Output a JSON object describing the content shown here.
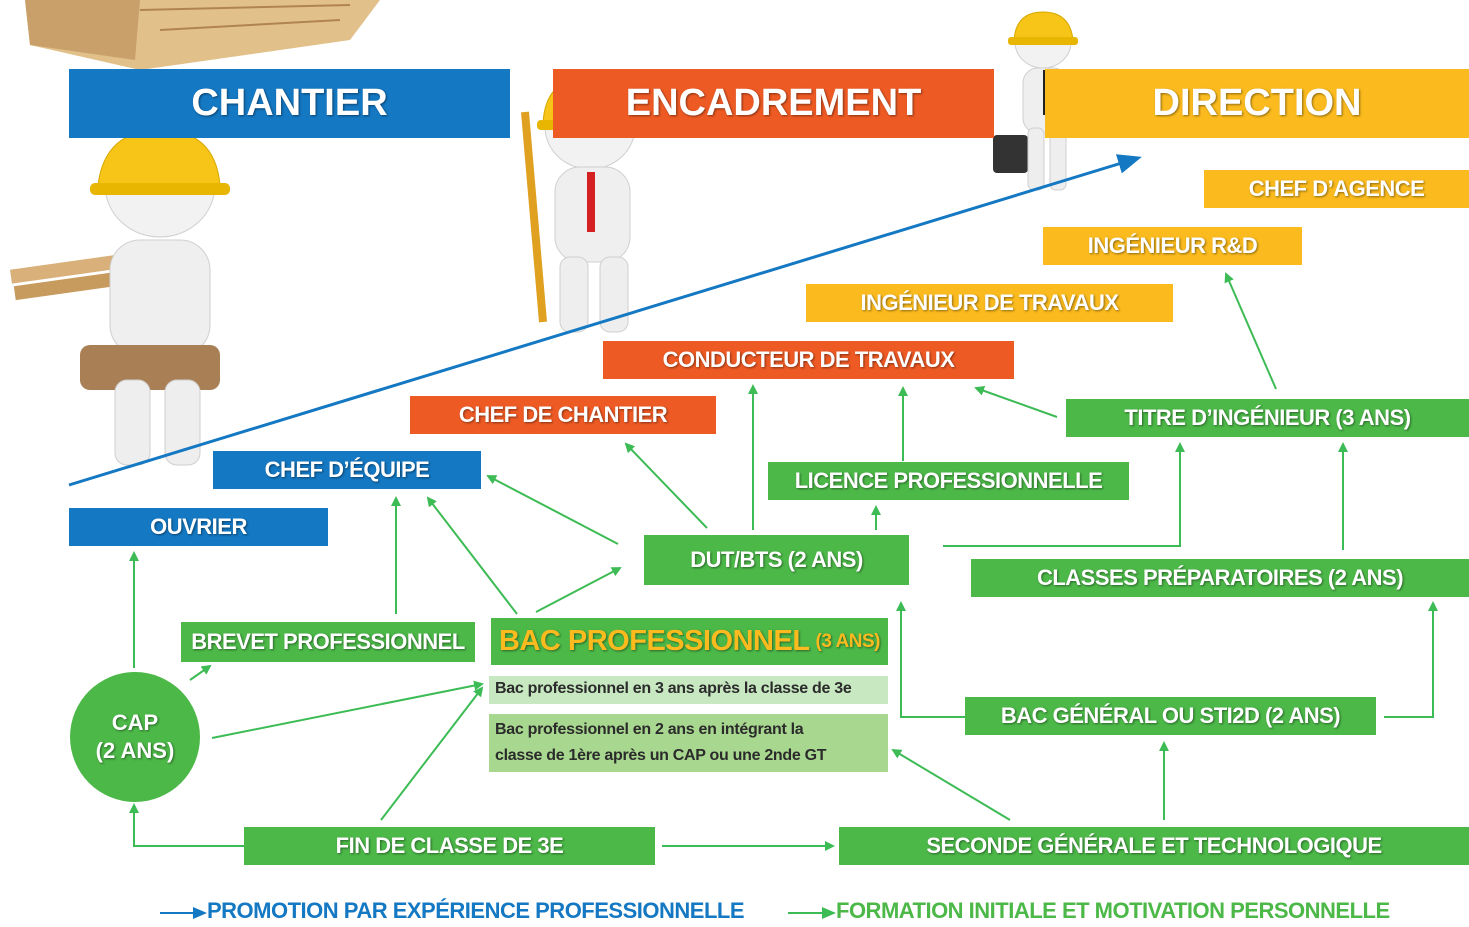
{
  "headers": {
    "chantier": "CHANTIER",
    "encadrement": "ENCADREMENT",
    "direction": "DIRECTION"
  },
  "careers": {
    "ouvrier": "OUVRIER",
    "chef_equipe": "CHEF D’ÉQUIPE",
    "chef_chantier": "CHEF DE CHANTIER",
    "conducteur": "CONDUCTEUR DE TRAVAUX",
    "ingenieur_travaux": "INGÉNIEUR DE TRAVAUX",
    "ingenieur_rd": "INGÉNIEUR R&D",
    "chef_agence": "CHEF D’AGENCE"
  },
  "formations": {
    "licence_pro": "LICENCE PROFESSIONNELLE",
    "titre_ingenieur": "TITRE D’INGÉNIEUR (3 ANS)",
    "dut_bts": "DUT/BTS (2 ANS)",
    "classes_prepa": "CLASSES PRÉPARATOIRES (2 ANS)",
    "brevet_pro": "BREVET PROFESSIONNEL",
    "bac_pro_main": "BAC PROFESSIONNEL",
    "bac_pro_duration": "(3 ANS)",
    "bac_pro_note1": "Bac professionnel en 3 ans après la classe de 3e",
    "bac_pro_note2_line1": "Bac professionnel en 2 ans en intégrant la",
    "bac_pro_note2_line2": "classe de 1ère après un CAP ou une 2nde GT",
    "cap_line1": "CAP",
    "cap_line2": "(2 ANS)",
    "bac_general": "BAC Général  ou STI2D (2 ANS)",
    "fin_3e": "FIN DE CLASSE DE 3e",
    "seconde_gt": "SECONDE GÉNÉRALE ET TECHNOLOGIQUE"
  },
  "legend": {
    "blue_label": "PROMOTION PAR EXPÉRIENCE PROFESSIONNELLE",
    "green_label": "FORMATION INITIALE ET MOTIVATION PERSONNELLE"
  },
  "colors": {
    "blue": "#1478c3",
    "orange": "#ee5a24",
    "yellow": "#fbbb1e",
    "green": "#4cb848",
    "arrow_green": "#3dbb55"
  },
  "icons": [
    "wood-planks-icon",
    "worker-with-planks-icon",
    "supervisor-with-pencil-icon",
    "director-with-briefcase-icon"
  ]
}
